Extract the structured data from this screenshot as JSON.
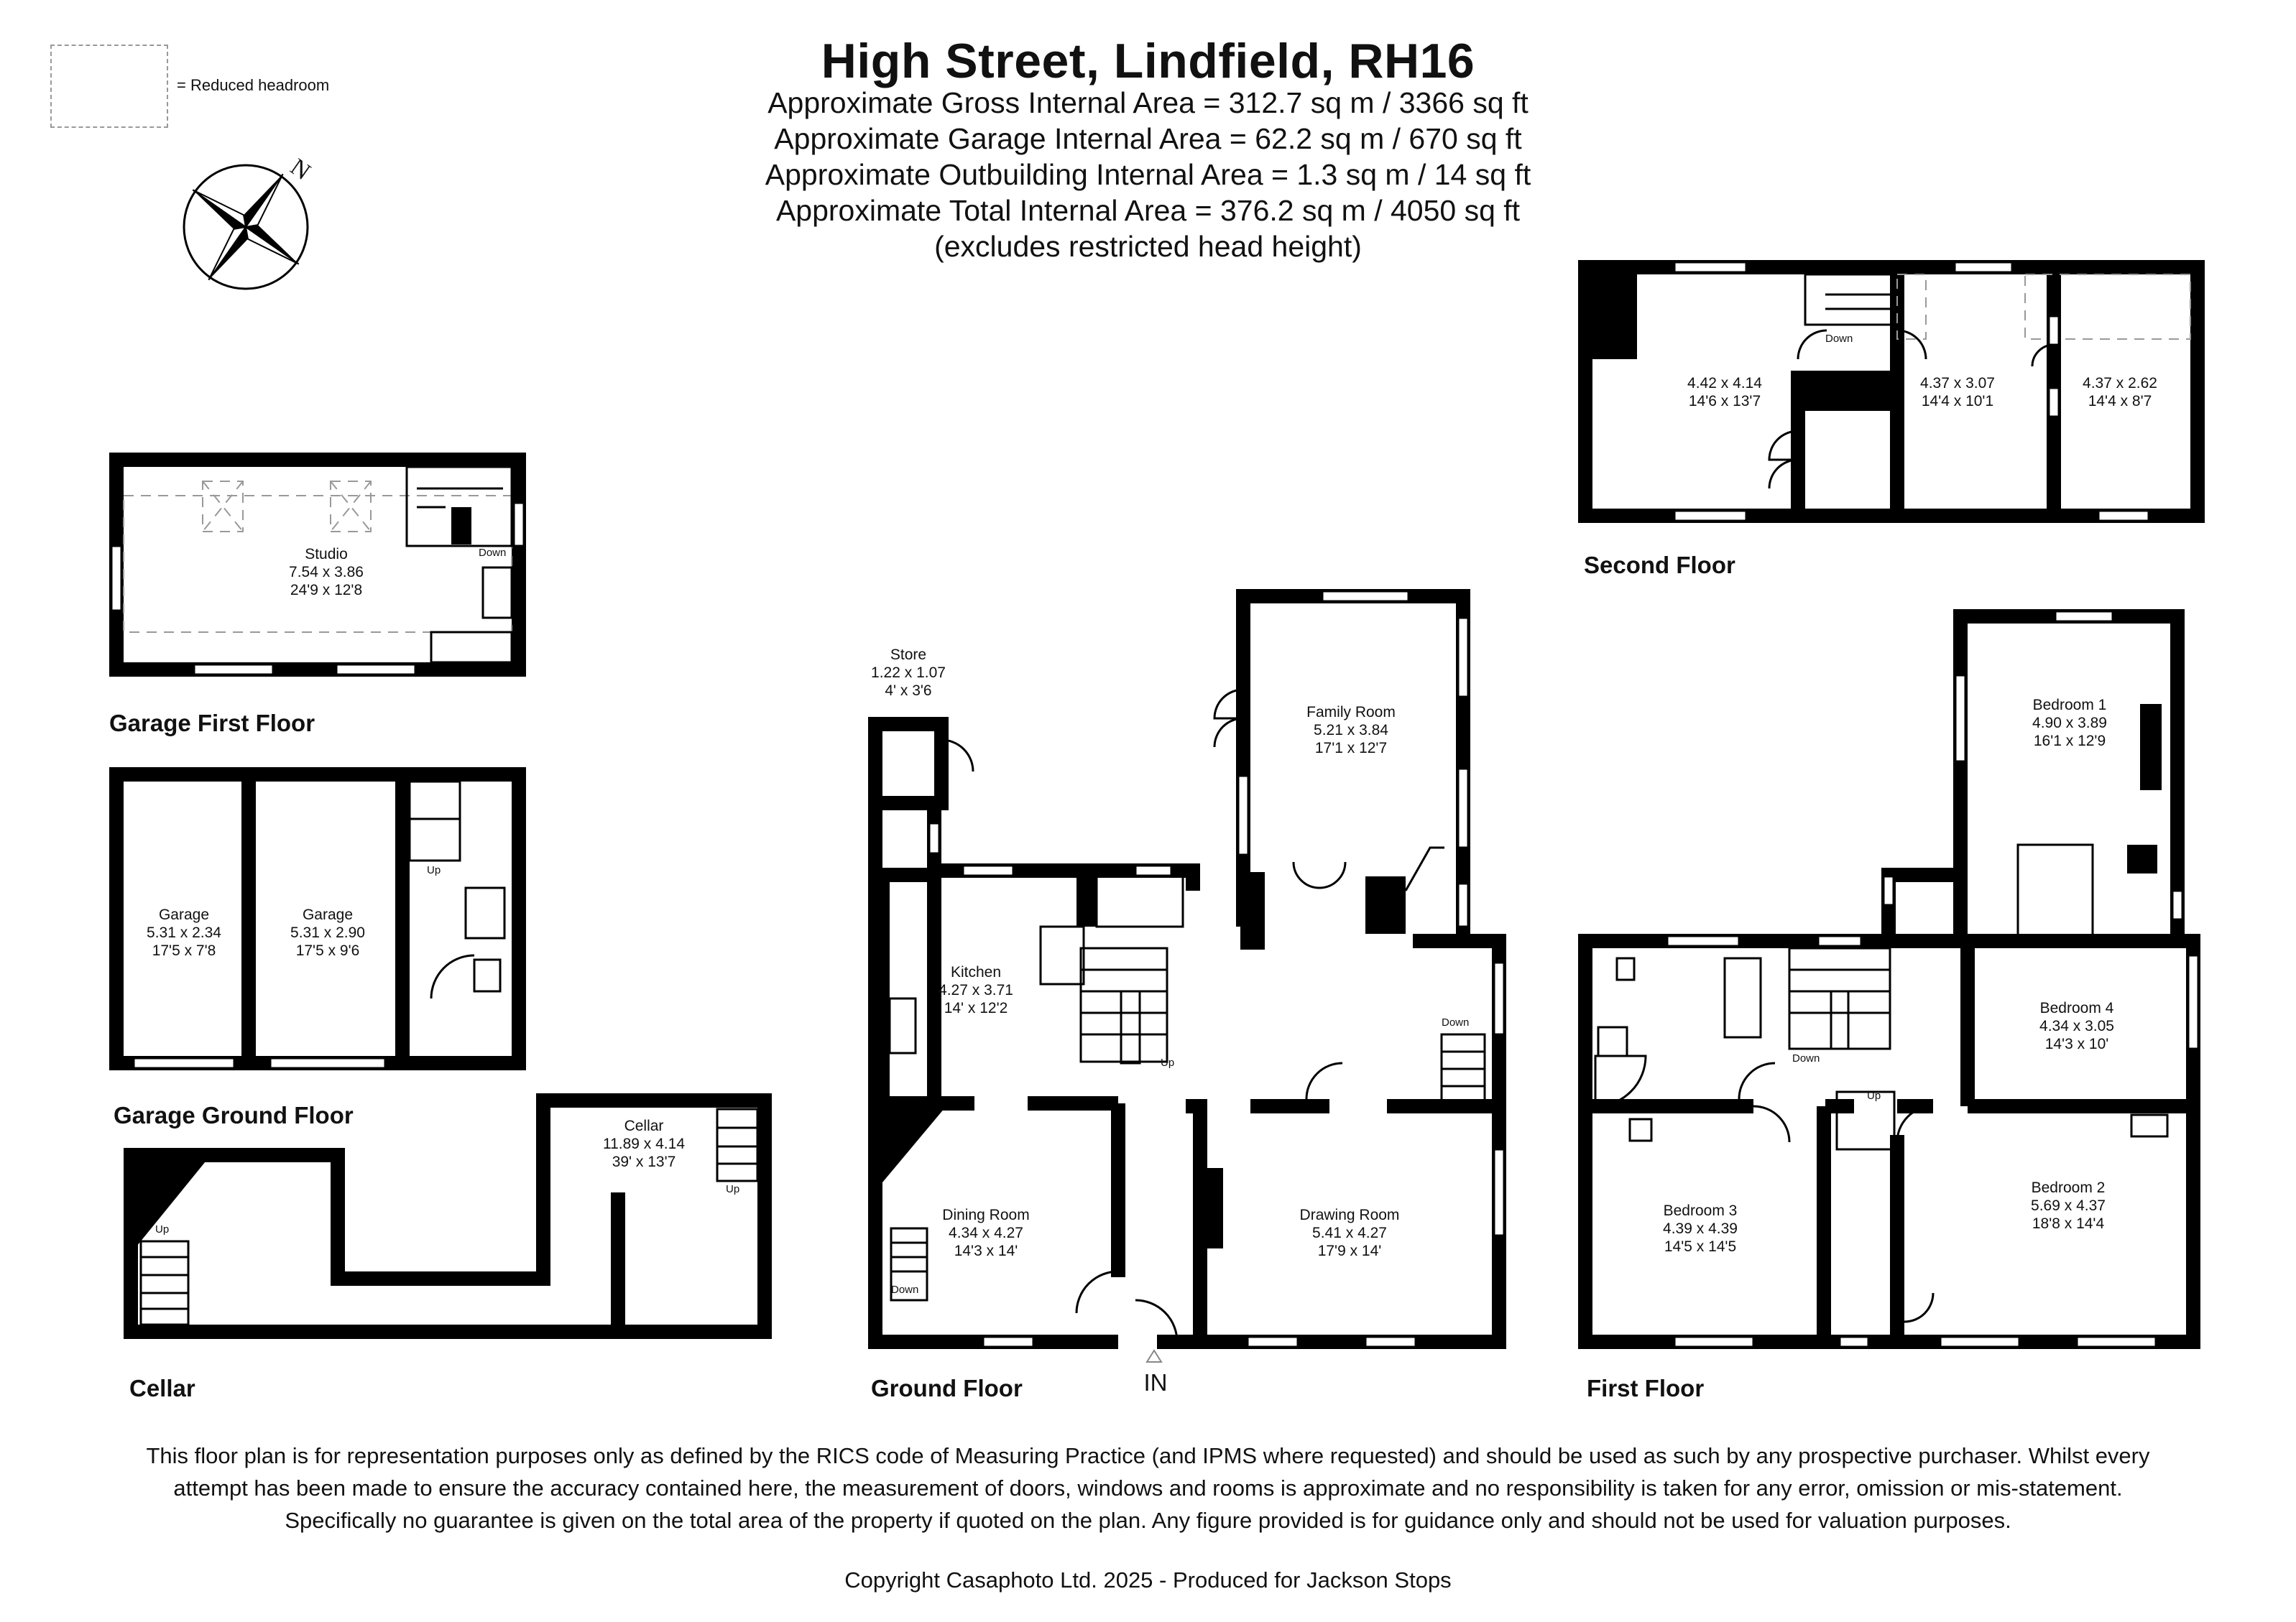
{
  "header": {
    "title": "High Street, Lindfield, RH16",
    "areas": [
      "Approximate Gross Internal Area = 312.7 sq m / 3366 sq ft",
      "Approximate Garage Internal Area = 62.2 sq m / 670 sq ft",
      "Approximate Outbuilding Internal Area = 1.3 sq m / 14 sq ft",
      "Approximate Total Internal Area = 376.2 sq m / 4050 sq ft",
      "(excludes restricted head height)"
    ]
  },
  "legend": {
    "text": "= Reduced headroom"
  },
  "compass": {
    "north": "N"
  },
  "floors": {
    "garage_first": "Garage First Floor",
    "garage_ground": "Garage Ground Floor",
    "cellar": "Cellar",
    "ground": "Ground Floor",
    "first": "First Floor",
    "second": "Second Floor"
  },
  "rooms": {
    "studio": {
      "name": "Studio",
      "metric": "7.54 x 3.86",
      "imperial": "24'9 x 12'8"
    },
    "garage1": {
      "name": "Garage",
      "metric": "5.31 x 2.34",
      "imperial": "17'5 x 7'8"
    },
    "garage2": {
      "name": "Garage",
      "metric": "5.31 x 2.90",
      "imperial": "17'5 x 9'6"
    },
    "cellar": {
      "name": "Cellar",
      "metric": "11.89 x 4.14",
      "imperial": "39' x 13'7"
    },
    "store": {
      "name": "Store",
      "metric": "1.22 x 1.07",
      "imperial": "4' x 3'6"
    },
    "family": {
      "name": "Family Room",
      "metric": "5.21 x 3.84",
      "imperial": "17'1 x 12'7"
    },
    "kitchen": {
      "name": "Kitchen",
      "metric": "4.27 x 3.71",
      "imperial": "14' x 12'2"
    },
    "dining": {
      "name": "Dining Room",
      "metric": "4.34 x 4.27",
      "imperial": "14'3 x 14'"
    },
    "drawing": {
      "name": "Drawing Room",
      "metric": "5.41 x 4.27",
      "imperial": "17'9 x 14'"
    },
    "bed1": {
      "name": "Bedroom 1",
      "metric": "4.90 x 3.89",
      "imperial": "16'1 x 12'9"
    },
    "bed2": {
      "name": "Bedroom 2",
      "metric": "5.69 x 4.37",
      "imperial": "18'8 x 14'4"
    },
    "bed3": {
      "name": "Bedroom 3",
      "metric": "4.39 x 4.39",
      "imperial": "14'5 x 14'5"
    },
    "bed4": {
      "name": "Bedroom 4",
      "metric": "4.34 x 3.05",
      "imperial": "14'3 x 10'"
    },
    "sf1": {
      "metric": "4.42 x 4.14",
      "imperial": "14'6 x 13'7"
    },
    "sf2": {
      "metric": "4.37 x 3.07",
      "imperial": "14'4 x 10'1"
    },
    "sf3": {
      "metric": "4.37 x 2.62",
      "imperial": "14'4 x 8'7"
    }
  },
  "stair_labels": {
    "up": "Up",
    "down": "Down"
  },
  "entrance": "IN",
  "footer": {
    "disclaimer": "This floor plan is for representation purposes only as defined by the RICS code of Measuring Practice (and IPMS where requested) and should be used as such by any prospective purchaser. Whilst every attempt has been made to ensure the accuracy contained here, the measurement of doors, windows and rooms is approximate and no responsibility is taken for any error, omission or mis-statement. Specifically no guarantee is given on the total area of the property if quoted on the plan. Any figure provided is for guidance only and should not be used for valuation purposes.",
    "copyright": "Copyright Casaphoto Ltd. 2025 - Produced for Jackson Stops"
  }
}
